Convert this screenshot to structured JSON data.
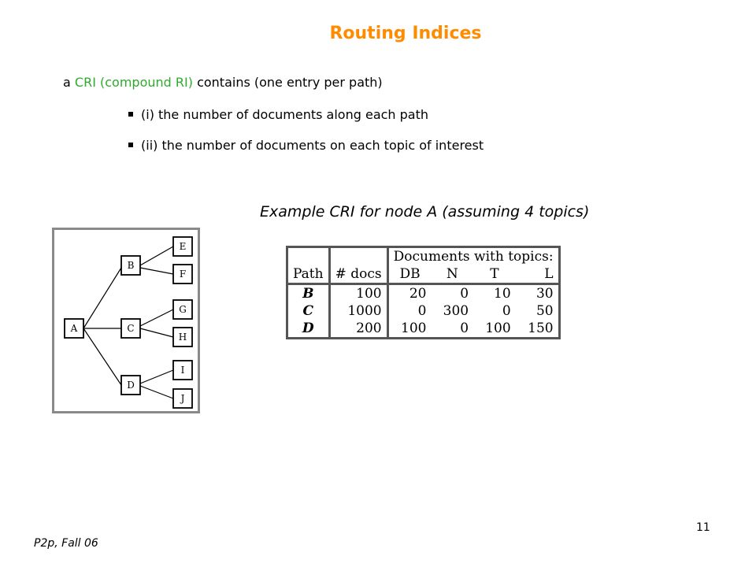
{
  "slide": {
    "title": "Routing Indices",
    "intro_prefix": "a",
    "intro_highlight": "CRI (compound RI)",
    "intro_suffix": "contains (one entry per path)",
    "bullets": [
      "(i) the number of documents along each path",
      "(ii) the number of documents on each topic of interest"
    ],
    "caption": "Example CRI for node A (assuming 4 topics)",
    "page_number": "11",
    "footer": "P2p, Fall 06"
  },
  "colors": {
    "title": "#ff8c00",
    "highlight": "#2eaa2e"
  },
  "tree": {
    "nodes": [
      "A",
      "B",
      "C",
      "D",
      "E",
      "F",
      "G",
      "H",
      "I",
      "J"
    ]
  },
  "table": {
    "group_header": "Documents with topics:",
    "headers": [
      "Path",
      "# docs",
      "DB",
      "N",
      "T",
      "L"
    ],
    "rows": [
      [
        "B",
        "100",
        "20",
        "0",
        "10",
        "30"
      ],
      [
        "C",
        "1000",
        "0",
        "300",
        "0",
        "50"
      ],
      [
        "D",
        "200",
        "100",
        "0",
        "100",
        "150"
      ]
    ]
  }
}
